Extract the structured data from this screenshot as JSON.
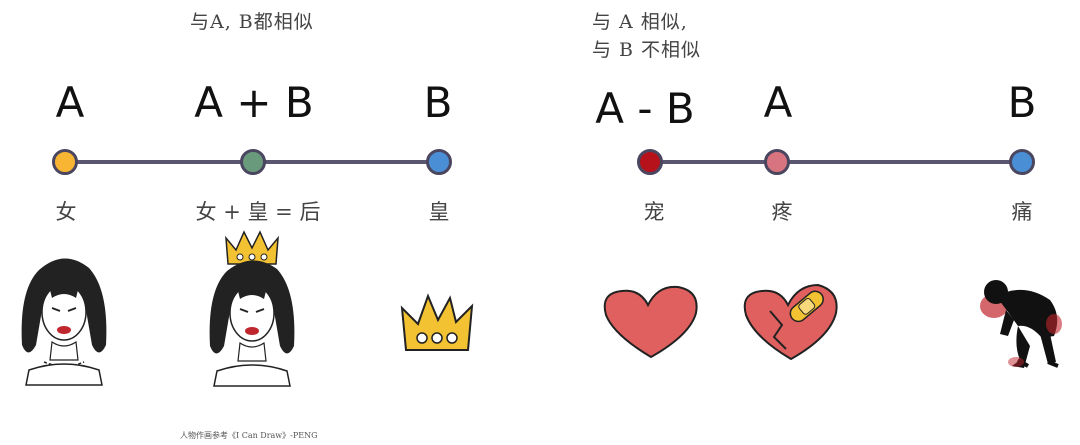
{
  "left": {
    "caption": "与A, B都相似",
    "letters": [
      "A",
      "A + B",
      "B"
    ],
    "dot_colors": [
      "#f7b533",
      "#6a9a7c",
      "#4a8ed6"
    ],
    "chars": [
      "女",
      "女 + 皇 = 后",
      "皇"
    ],
    "icons": [
      "woman-portrait",
      "queen-portrait",
      "crown"
    ]
  },
  "right": {
    "caption_line1": "与 A 相似,",
    "caption_line2": "与 B 不相似",
    "letters": [
      "A - B",
      "A",
      "B"
    ],
    "dot_colors": [
      "#b5121b",
      "#d7747f",
      "#4a8ed6"
    ],
    "chars": [
      "宠",
      "疼",
      "痛"
    ],
    "icons": [
      "heart",
      "bandaged-broken-heart",
      "crouching-figure"
    ]
  },
  "credit": "人物作画参考《I Can Draw》-PENG"
}
